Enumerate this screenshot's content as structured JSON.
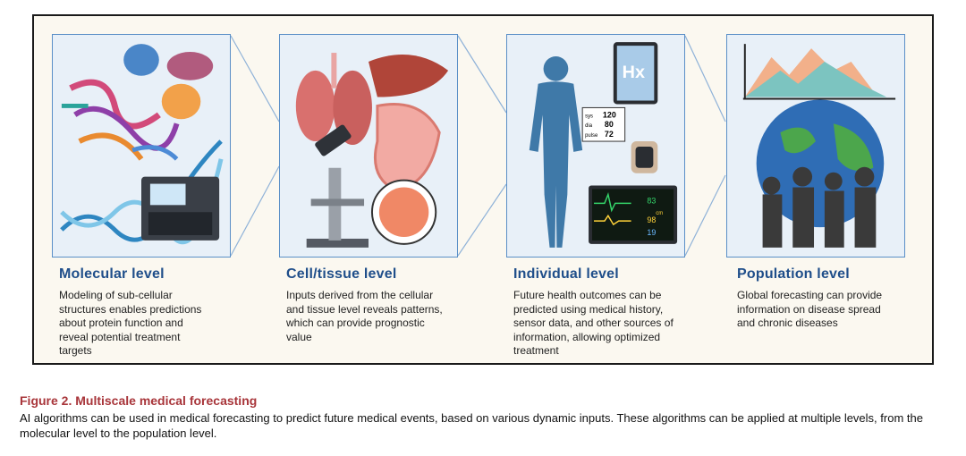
{
  "figure": {
    "levels": [
      {
        "title": "Molecular level",
        "description": "Modeling of sub-cellular structures enables predictions about protein function and reveal potential treatment targets"
      },
      {
        "title": "Cell/tissue level",
        "description": "Inputs derived from the cellular and tissue level reveals patterns, which can provide prognostic value"
      },
      {
        "title": "Individual level",
        "description": "Future health outcomes can be predicted using medical history, sensor data, and other sources of information, allowing optimized treatment"
      },
      {
        "title": "Population level",
        "description": "Global forecasting can provide information on disease spread and chronic diseases"
      }
    ],
    "individual_panel": {
      "tablet_text": "Hx",
      "vitals_labels": [
        "sys",
        "dia",
        "pulse"
      ],
      "vitals_values": [
        "120",
        "80",
        "72"
      ],
      "monitor_values": [
        "83",
        "98",
        "19"
      ],
      "monitor_unit": "cm"
    }
  },
  "caption": {
    "title": "Figure 2.  Multiscale medical forecasting",
    "body": "AI algorithms can be used in medical forecasting to predict future medical events, based on various dynamic inputs. These algorithms can be applied at multiple levels, from the molecular level to the population level."
  },
  "colors": {
    "frame_bg": "#fbf8f0",
    "panel_bg": "#e8f0f8",
    "panel_border": "#5a8fc7",
    "title_blue": "#1f4e8a",
    "caption_red": "#a8353a"
  }
}
